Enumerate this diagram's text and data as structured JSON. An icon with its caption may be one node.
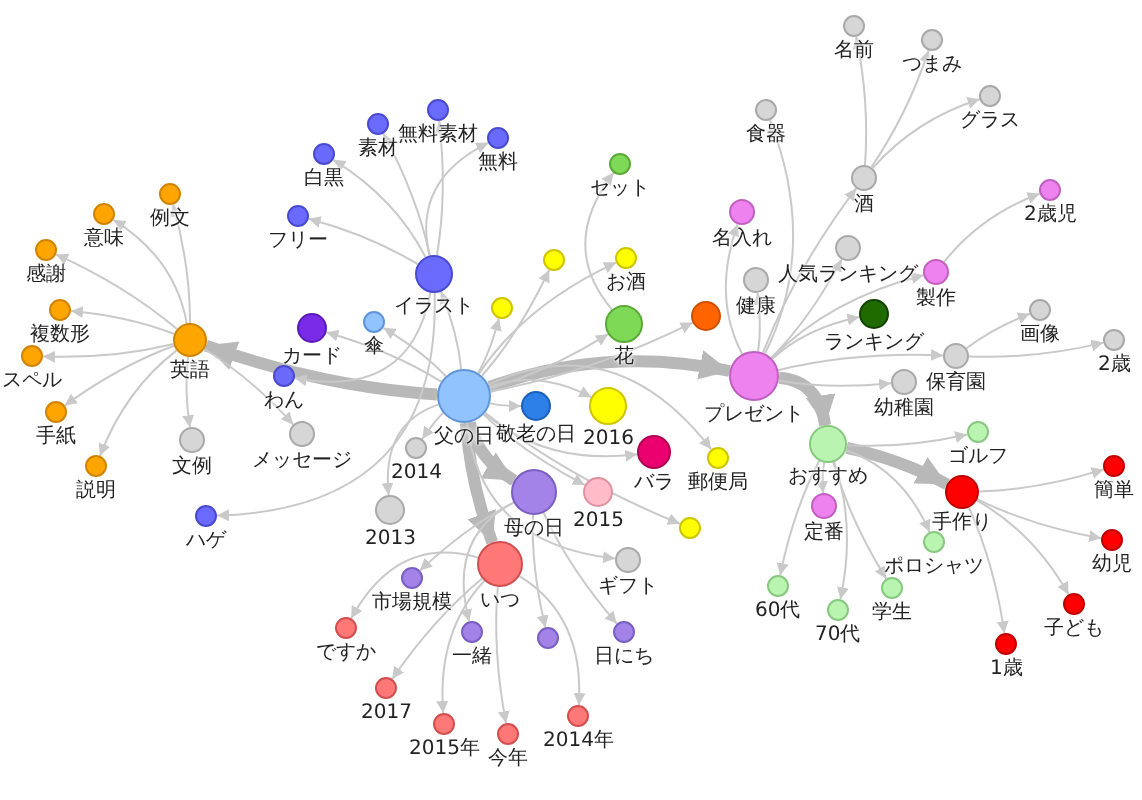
{
  "diagram": {
    "nodes": [
      {
        "text": [
          "名前"
        ]
      },
      {
        "text": [
          "つまみ"
        ]
      },
      {
        "text": [
          "グラス"
        ]
      },
      {
        "text": [
          "無料素材"
        ]
      },
      {
        "text": [
          "素材"
        ]
      },
      {
        "text": [
          "食器"
        ]
      },
      {
        "text": [
          "無料"
        ]
      },
      {
        "text": [
          "白黒"
        ]
      },
      {
        "text": [
          "セット"
        ]
      },
      {
        "text": [
          "酒"
        ]
      },
      {
        "text": [
          "2歳児"
        ]
      },
      {
        "text": [
          "例文"
        ]
      },
      {
        "text": [
          "意味"
        ]
      },
      {
        "text": [
          "名入れ"
        ]
      },
      {
        "text": [
          "フリー"
        ]
      },
      {
        "text": [
          "感謝"
        ]
      },
      {
        "text": [
          "人気ランキング"
        ]
      },
      {
        "text": [],
        "shape": "circle"
      },
      {
        "text": [
          "お酒"
        ]
      },
      {
        "text": [
          "製作"
        ]
      },
      {
        "text": [
          "健康"
        ]
      },
      {
        "text": [
          "イラスト"
        ]
      },
      {
        "text": [],
        "shape": "circle"
      },
      {
        "text": [
          "複数形"
        ]
      },
      {
        "text": [
          "花"
        ]
      },
      {
        "text": [
          "傘"
        ]
      },
      {
        "text": [
          "ランキング"
        ]
      },
      {
        "text": [],
        "shape": "circle"
      },
      {
        "text": [
          "画像"
        ]
      },
      {
        "text": [
          "カード"
        ]
      },
      {
        "text": [
          "英語"
        ]
      },
      {
        "text": [
          "2歳"
        ]
      },
      {
        "text": [
          "スペル"
        ]
      },
      {
        "text": [
          "保育園"
        ]
      },
      {
        "text": [
          "プレゼント"
        ]
      },
      {
        "text": [
          "わん"
        ]
      },
      {
        "text": [
          "幼稚園"
        ]
      },
      {
        "text": [
          "父の日"
        ]
      },
      {
        "text": [
          "手紙"
        ]
      },
      {
        "text": [
          "敬老の日"
        ]
      },
      {
        "text": [
          "2016"
        ]
      },
      {
        "text": [
          "文例"
        ]
      },
      {
        "text": [
          "メッセージ"
        ]
      },
      {
        "text": [
          "おすすめ"
        ]
      },
      {
        "text": [
          "ゴルフ"
        ]
      },
      {
        "text": [
          "バラ"
        ]
      },
      {
        "text": [
          "郵便局"
        ]
      },
      {
        "text": [
          "2014"
        ]
      },
      {
        "text": [
          "説明"
        ]
      },
      {
        "text": [
          "簡単"
        ]
      },
      {
        "text": [
          "2015"
        ]
      },
      {
        "text": [
          "母の日"
        ]
      },
      {
        "text": [
          "手作り"
        ]
      },
      {
        "text": [
          "定番"
        ]
      },
      {
        "text": [
          "2013"
        ]
      },
      {
        "text": [
          "ハゲ"
        ]
      },
      {
        "text": [
          "市場規模"
        ]
      },
      {
        "text": [],
        "shape": "circle"
      },
      {
        "text": [
          "幼児"
        ]
      },
      {
        "text": [
          "ポロシャツ"
        ]
      },
      {
        "text": [
          "いつ"
        ]
      },
      {
        "text": [
          "ギフト"
        ]
      },
      {
        "text": [
          "60代"
        ]
      },
      {
        "text": [
          "学生"
        ]
      },
      {
        "text": [
          "子ども"
        ]
      },
      {
        "text": [
          "ですか"
        ]
      },
      {
        "text": [
          "70代"
        ]
      },
      {
        "text": [
          "一緒"
        ]
      },
      {
        "text": [],
        "shape": "circle"
      },
      {
        "text": [
          "日にち"
        ]
      },
      {
        "text": [
          "1歳"
        ]
      },
      {
        "text": [
          "2017"
        ]
      },
      {
        "text": [
          "2014年"
        ]
      },
      {
        "text": [
          "2015年"
        ]
      },
      {
        "text": [
          "今年"
        ]
      }
    ],
    "edges": [
      {
        "from": 37,
        "to": 34,
        "arrow": "to",
        "style": "thick"
      },
      {
        "from": 37,
        "to": 60,
        "arrow": "to",
        "style": "thick"
      },
      {
        "from": 37,
        "to": 30,
        "arrow": "to",
        "style": "thick"
      },
      {
        "from": 37,
        "to": 51,
        "arrow": "to",
        "style": "thick"
      },
      {
        "from": 37,
        "to": 21,
        "arrow": "to"
      },
      {
        "from": 37,
        "to": 24,
        "arrow": "to"
      },
      {
        "from": 37,
        "to": 25,
        "arrow": "to"
      },
      {
        "from": 37,
        "to": 29,
        "arrow": "to"
      },
      {
        "from": 37,
        "to": 39,
        "arrow": "to"
      },
      {
        "from": 37,
        "to": 40,
        "arrow": "to"
      },
      {
        "from": 37,
        "to": 45,
        "arrow": "to"
      },
      {
        "from": 37,
        "to": 50,
        "arrow": "to"
      },
      {
        "from": 37,
        "to": 47,
        "arrow": "to"
      },
      {
        "from": 37,
        "to": 54,
        "arrow": "to"
      },
      {
        "from": 37,
        "to": 18,
        "arrow": "to"
      },
      {
        "from": 37,
        "to": 17,
        "arrow": "to"
      },
      {
        "from": 37,
        "to": 22,
        "arrow": "to"
      },
      {
        "from": 37,
        "to": 27,
        "arrow": "to"
      },
      {
        "from": 37,
        "to": 46,
        "arrow": "to"
      },
      {
        "from": 37,
        "to": 57,
        "arrow": "to"
      },
      {
        "from": 37,
        "to": 61,
        "arrow": "to"
      },
      {
        "from": 30,
        "to": 11,
        "arrow": "to"
      },
      {
        "from": 30,
        "to": 12,
        "arrow": "to"
      },
      {
        "from": 30,
        "to": 15,
        "arrow": "to"
      },
      {
        "from": 30,
        "to": 23,
        "arrow": "to"
      },
      {
        "from": 30,
        "to": 32,
        "arrow": "to"
      },
      {
        "from": 30,
        "to": 38,
        "arrow": "to"
      },
      {
        "from": 30,
        "to": 48,
        "arrow": "to"
      },
      {
        "from": 30,
        "to": 41,
        "arrow": "to"
      },
      {
        "from": 30,
        "to": 42,
        "arrow": "to"
      },
      {
        "from": 21,
        "to": 4,
        "arrow": "to"
      },
      {
        "from": 21,
        "to": 3,
        "arrow": "to"
      },
      {
        "from": 21,
        "to": 6,
        "arrow": "to"
      },
      {
        "from": 21,
        "to": 7,
        "arrow": "to"
      },
      {
        "from": 21,
        "to": 14,
        "arrow": "to"
      },
      {
        "from": 21,
        "to": 35,
        "arrow": "to"
      },
      {
        "from": 21,
        "to": 55,
        "arrow": "to"
      },
      {
        "from": 24,
        "to": 8,
        "arrow": "to"
      },
      {
        "from": 34,
        "to": 43,
        "arrow": "to",
        "style": "thick"
      },
      {
        "from": 34,
        "to": 13,
        "arrow": "to"
      },
      {
        "from": 34,
        "to": 9,
        "arrow": "to"
      },
      {
        "from": 34,
        "to": 5,
        "arrow": "to"
      },
      {
        "from": 34,
        "to": 20,
        "arrow": "to"
      },
      {
        "from": 34,
        "to": 16,
        "arrow": "to"
      },
      {
        "from": 34,
        "to": 19,
        "arrow": "to"
      },
      {
        "from": 34,
        "to": 26,
        "arrow": "to"
      },
      {
        "from": 34,
        "to": 33,
        "arrow": "to"
      },
      {
        "from": 34,
        "to": 36,
        "arrow": "to"
      },
      {
        "from": 9,
        "to": 0,
        "arrow": "to"
      },
      {
        "from": 9,
        "to": 1,
        "arrow": "to"
      },
      {
        "from": 9,
        "to": 2,
        "arrow": "to"
      },
      {
        "from": 19,
        "to": 10,
        "arrow": "to"
      },
      {
        "from": 33,
        "to": 28,
        "arrow": "to"
      },
      {
        "from": 33,
        "to": 31,
        "arrow": "to"
      },
      {
        "from": 43,
        "to": 52,
        "arrow": "to",
        "style": "thick"
      },
      {
        "from": 43,
        "to": 44,
        "arrow": "to"
      },
      {
        "from": 43,
        "to": 53,
        "arrow": "to"
      },
      {
        "from": 43,
        "to": 59,
        "arrow": "to"
      },
      {
        "from": 43,
        "to": 63,
        "arrow": "to"
      },
      {
        "from": 43,
        "to": 62,
        "arrow": "to"
      },
      {
        "from": 43,
        "to": 66,
        "arrow": "to"
      },
      {
        "from": 52,
        "to": 49,
        "arrow": "to"
      },
      {
        "from": 52,
        "to": 58,
        "arrow": "to"
      },
      {
        "from": 52,
        "to": 64,
        "arrow": "to"
      },
      {
        "from": 52,
        "to": 70,
        "arrow": "to"
      },
      {
        "from": 51,
        "to": 56,
        "arrow": "to"
      },
      {
        "from": 51,
        "to": 67,
        "arrow": "to"
      },
      {
        "from": 51,
        "to": 68,
        "arrow": "to"
      },
      {
        "from": 51,
        "to": 69,
        "arrow": "to"
      },
      {
        "from": 60,
        "to": 65,
        "arrow": "to"
      },
      {
        "from": 60,
        "to": 71,
        "arrow": "to"
      },
      {
        "from": 60,
        "to": 73,
        "arrow": "to"
      },
      {
        "from": 60,
        "to": 74,
        "arrow": "to"
      },
      {
        "from": 60,
        "to": 72,
        "arrow": "to"
      }
    ]
  }
}
